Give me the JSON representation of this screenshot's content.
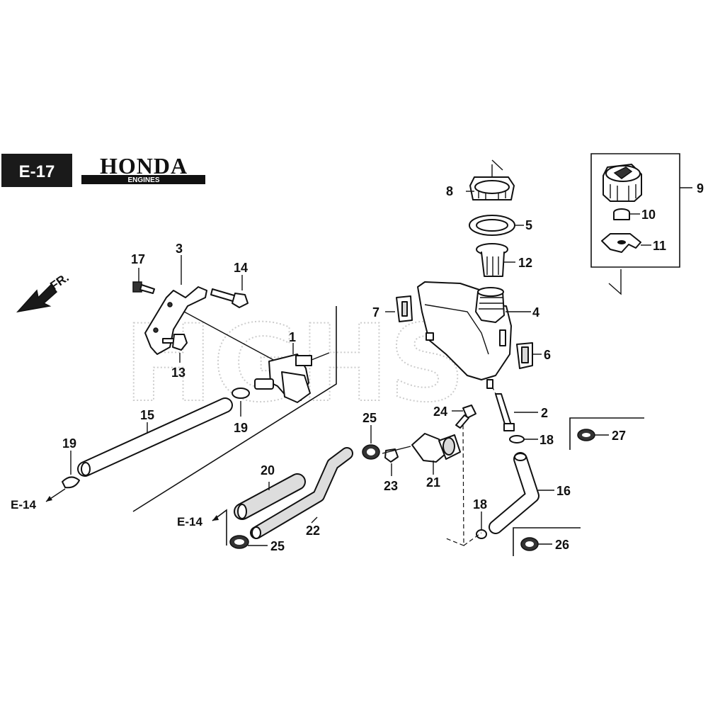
{
  "header": {
    "section_code": "E-17",
    "brand": "HONDA",
    "brand_sub": "ENGINES"
  },
  "direction_label": "FR.",
  "watermark": "HGHS",
  "references": [
    {
      "id": "ref-left",
      "label": "E-14"
    },
    {
      "id": "ref-center",
      "label": "E-14"
    }
  ],
  "callouts": [
    {
      "id": "1",
      "label": "1"
    },
    {
      "id": "2",
      "label": "2"
    },
    {
      "id": "3",
      "label": "3"
    },
    {
      "id": "4",
      "label": "4"
    },
    {
      "id": "5",
      "label": "5"
    },
    {
      "id": "6",
      "label": "6"
    },
    {
      "id": "7",
      "label": "7"
    },
    {
      "id": "8",
      "label": "8"
    },
    {
      "id": "9",
      "label": "9"
    },
    {
      "id": "10",
      "label": "10"
    },
    {
      "id": "11",
      "label": "11"
    },
    {
      "id": "12",
      "label": "12"
    },
    {
      "id": "13",
      "label": "13"
    },
    {
      "id": "14",
      "label": "14"
    },
    {
      "id": "15",
      "label": "15"
    },
    {
      "id": "16",
      "label": "16"
    },
    {
      "id": "17",
      "label": "17"
    },
    {
      "id": "18a",
      "label": "18"
    },
    {
      "id": "18b",
      "label": "18"
    },
    {
      "id": "19a",
      "label": "19"
    },
    {
      "id": "19b",
      "label": "19"
    },
    {
      "id": "20",
      "label": "20"
    },
    {
      "id": "21",
      "label": "21"
    },
    {
      "id": "22",
      "label": "22"
    },
    {
      "id": "23",
      "label": "23"
    },
    {
      "id": "24",
      "label": "24"
    },
    {
      "id": "25a",
      "label": "25"
    },
    {
      "id": "25b",
      "label": "25"
    },
    {
      "id": "26",
      "label": "26"
    },
    {
      "id": "27",
      "label": "27"
    }
  ]
}
